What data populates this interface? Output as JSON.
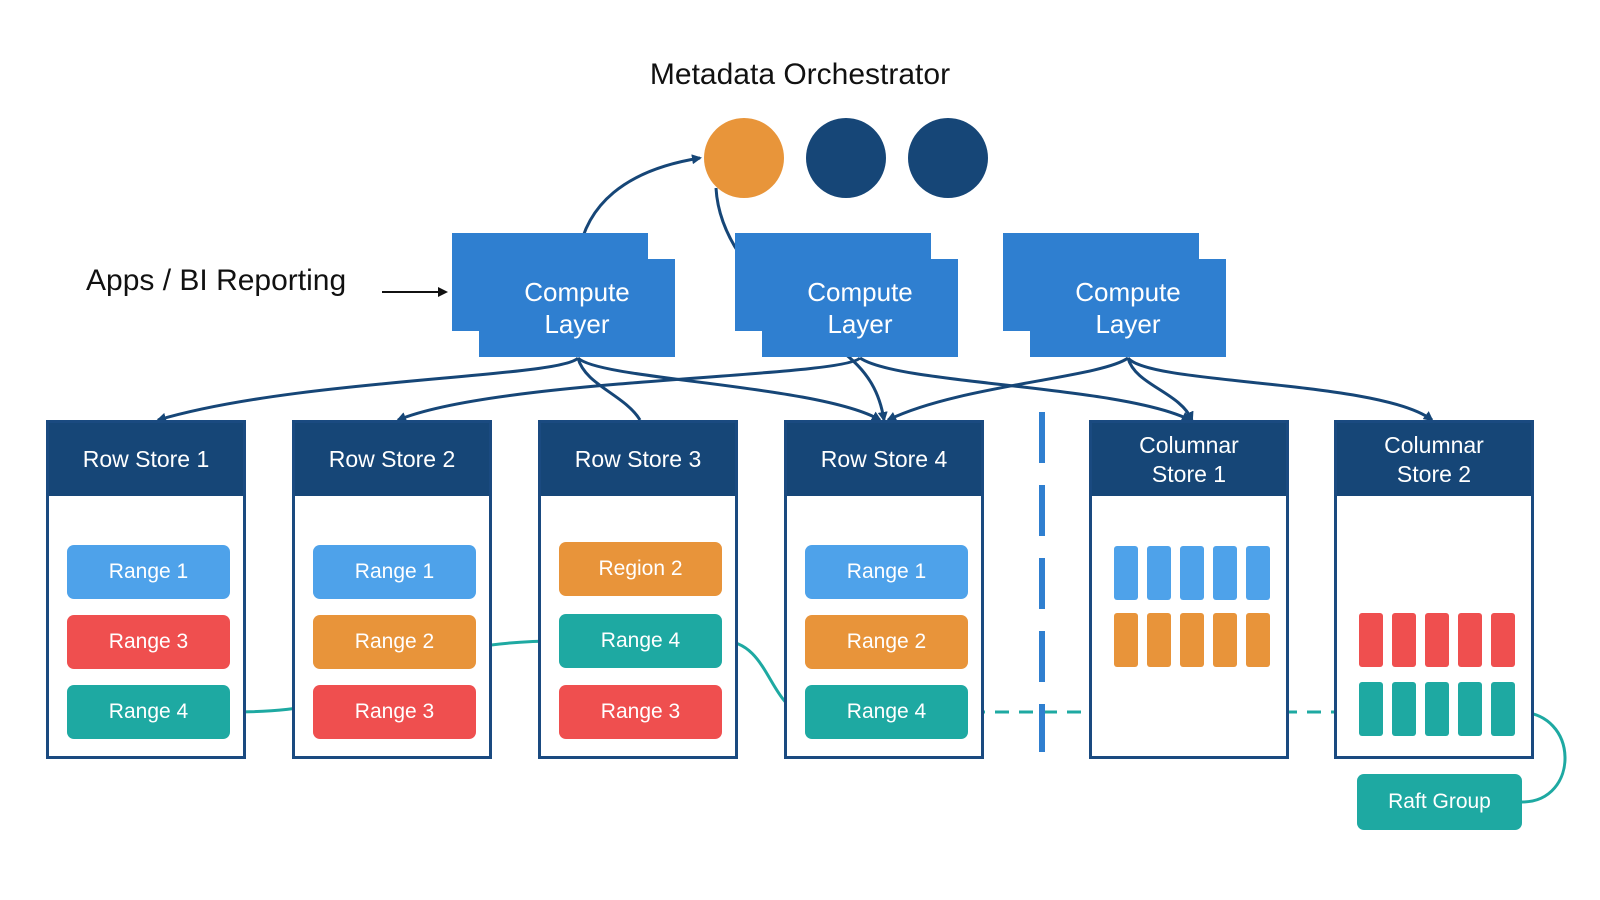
{
  "title": "Metadata Orchestrator",
  "apps_label": "Apps / BI Reporting",
  "colors": {
    "leader": "#e8953a",
    "node": "#164677",
    "compute": "#2f7fd0",
    "store_header": "#164677",
    "blue": "#4ea2ea",
    "red": "#ef4f4f",
    "orange": "#e8943a",
    "teal": "#1ea9a2"
  },
  "orchestrator_nodes": [
    {
      "role": "leader",
      "icon": "orange-node-circle"
    },
    {
      "role": "follower",
      "icon": "navy-node-circle"
    },
    {
      "role": "follower",
      "icon": "navy-node-circle"
    }
  ],
  "compute_layers": [
    {
      "label": "Compute\nLayer"
    },
    {
      "label": "Compute\nLayer"
    },
    {
      "label": "Compute\nLayer"
    }
  ],
  "row_stores": [
    {
      "label": "Row Store 1",
      "chips": [
        {
          "label": "Range 1",
          "color": "#4ea2ea"
        },
        {
          "label": "Range 3",
          "color": "#ef4f4f"
        },
        {
          "label": "Range 4",
          "color": "#1ea9a2"
        }
      ]
    },
    {
      "label": "Row Store 2",
      "chips": [
        {
          "label": "Range 1",
          "color": "#4ea2ea"
        },
        {
          "label": "Range 2",
          "color": "#e8943a"
        },
        {
          "label": "Range 3",
          "color": "#ef4f4f"
        }
      ]
    },
    {
      "label": "Row Store 3",
      "chips": [
        {
          "label": "Region 2",
          "color": "#e8943a"
        },
        {
          "label": "Range 4",
          "color": "#1ea9a2"
        },
        {
          "label": "Range 3",
          "color": "#ef4f4f"
        }
      ]
    },
    {
      "label": "Row Store 4",
      "chips": [
        {
          "label": "Range 1",
          "color": "#4ea2ea"
        },
        {
          "label": "Range 2",
          "color": "#e8943a"
        },
        {
          "label": "Range 4",
          "color": "#1ea9a2"
        }
      ]
    }
  ],
  "columnar_stores": [
    {
      "label": "Columnar\nStore 1",
      "rows": [
        {
          "color": "#4ea2ea",
          "count": 5
        },
        {
          "color": "#e8943a",
          "count": 5
        }
      ]
    },
    {
      "label": "Columnar\nStore 2",
      "rows": [
        {
          "color": "#ef4f4f",
          "count": 5
        },
        {
          "color": "#1ea9a2",
          "count": 5
        }
      ]
    }
  ],
  "raft_group_label": "Raft Group"
}
